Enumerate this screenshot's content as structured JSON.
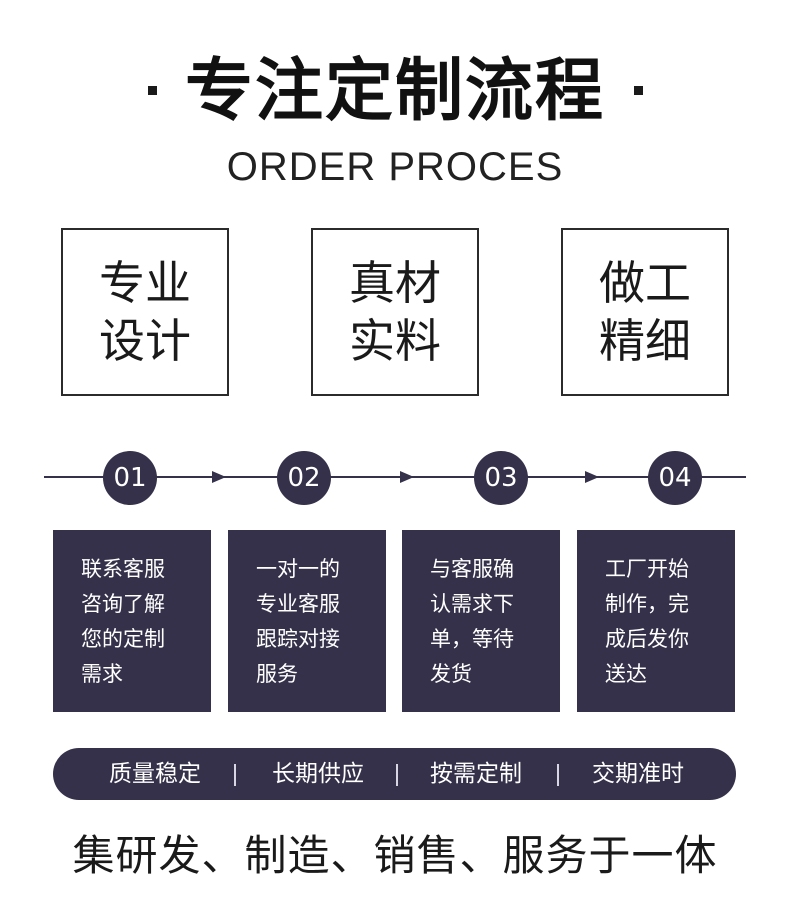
{
  "header": {
    "title": "专注定制流程",
    "subtitle": "ORDER PROCES"
  },
  "features": [
    {
      "text": "专业设计"
    },
    {
      "text": "真材实料"
    },
    {
      "text": "做工精细"
    }
  ],
  "steps": [
    {
      "number": "01",
      "text": "联系客服咨询了解您的定制需求"
    },
    {
      "number": "02",
      "text": "一对一的专业客服跟踪对接服务"
    },
    {
      "number": "03",
      "text": "与客服确认需求下单，等待发货"
    },
    {
      "number": "04",
      "text": "工厂开始制作，完成后发你送达"
    }
  ],
  "highlights": [
    "质量稳定",
    "长期供应",
    "按需定制",
    "交期准时"
  ],
  "footer": {
    "text": "集研发、制造、销售、服务于一体"
  },
  "colors": {
    "accent": "#35314a",
    "text": "#1a1a1a",
    "background": "#ffffff"
  }
}
